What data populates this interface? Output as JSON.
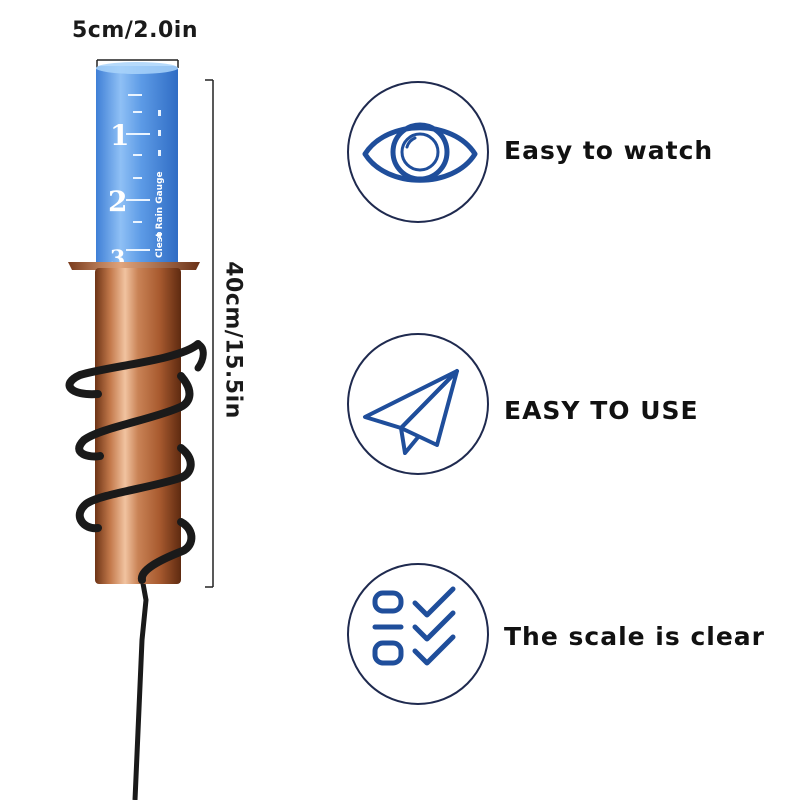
{
  "dimensions": {
    "width_label": "5cm/2.0in",
    "height_label": "40cm/15.5in"
  },
  "gauge": {
    "scale_numbers": [
      "1",
      "2",
      "3"
    ],
    "tube_text": "Clest Rain Gauge"
  },
  "features": [
    {
      "label": "Easy to watch",
      "icon": "eye-icon"
    },
    {
      "label": "EASY TO USE",
      "icon": "paper-plane-icon"
    },
    {
      "label": "The scale is clear",
      "icon": "checklist-icon"
    }
  ],
  "colors": {
    "icon_blue": "#1f4e9b",
    "circle_border": "#1f2a4f",
    "copper": "#b8683f",
    "tube_blue": "#4f8ee0",
    "coil": "#1a1a1a"
  }
}
